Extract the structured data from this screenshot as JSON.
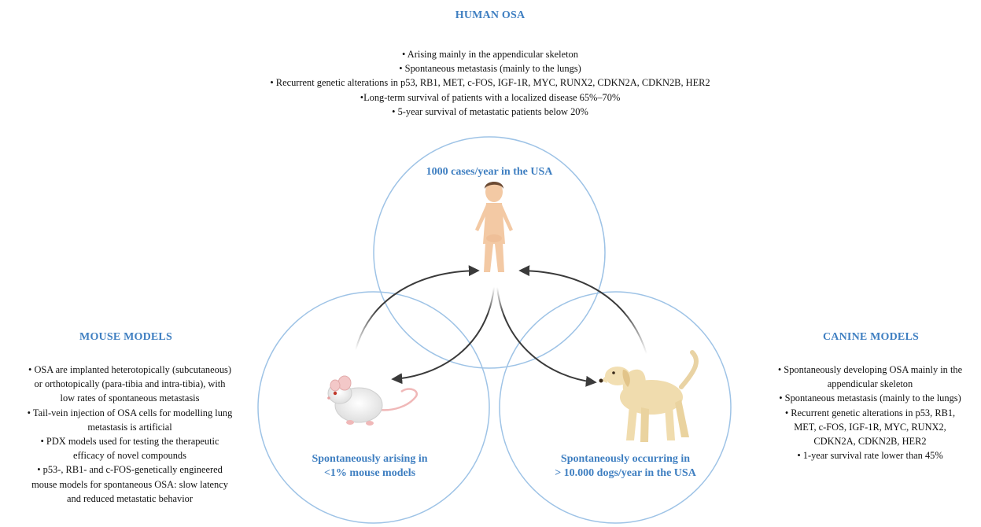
{
  "human": {
    "title": "HUMAN OSA",
    "circle_label": "1000 cases/year in the USA",
    "bullets": [
      "• Arising mainly in the appendicular skeleton",
      "• Spontaneous metastasis (mainly to the lungs)",
      "• Recurrent genetic alterations in p53, RB1, MET, c-FOS, IGF-1R, MYC, RUNX2, CDKN2A, CDKN2B, HER2",
      "•Long-term survival of patients with a localized disease 65%–70%",
      "• 5-year survival of metastatic patients below 20%"
    ]
  },
  "mouse": {
    "title": "MOUSE MODELS",
    "circle_label_1": "Spontaneously arising in",
    "circle_label_2": "<1% mouse models",
    "lines": [
      "• OSA are implanted heterotopically (subcutaneous)",
      "or orthotopically (para-tibia and intra-tibia), with",
      "low rates of spontaneous metastasis",
      "• Tail-vein injection of OSA cells for modelling lung",
      "metastasis is artificial",
      "• PDX models used for testing the therapeutic",
      "efficacy of novel compounds",
      "• p53-, RB1- and c-FOS-genetically engineered",
      "mouse models for spontaneous OSA: slow latency",
      "and reduced metastatic behavior"
    ]
  },
  "canine": {
    "title": "CANINE MODELS",
    "circle_label_1": "Spontaneously occurring in",
    "circle_label_2": "> 10.000 dogs/year in the USA",
    "lines": [
      "• Spontaneously developing OSA mainly in the",
      "appendicular skeleton",
      "• Spontaneous metastasis (mainly to the lungs)",
      "• Recurrent genetic alterations in p53, RB1,",
      "MET, c-FOS, IGF-1R, MYC, RUNX2,",
      "CDKN2A, CDKN2B, HER2",
      "• 1-year survival rate lower than 45%"
    ]
  },
  "colors": {
    "accent": "#3f7fc1",
    "circle_stroke": "#9ec3e6",
    "arrow": "#3a3a3a"
  }
}
